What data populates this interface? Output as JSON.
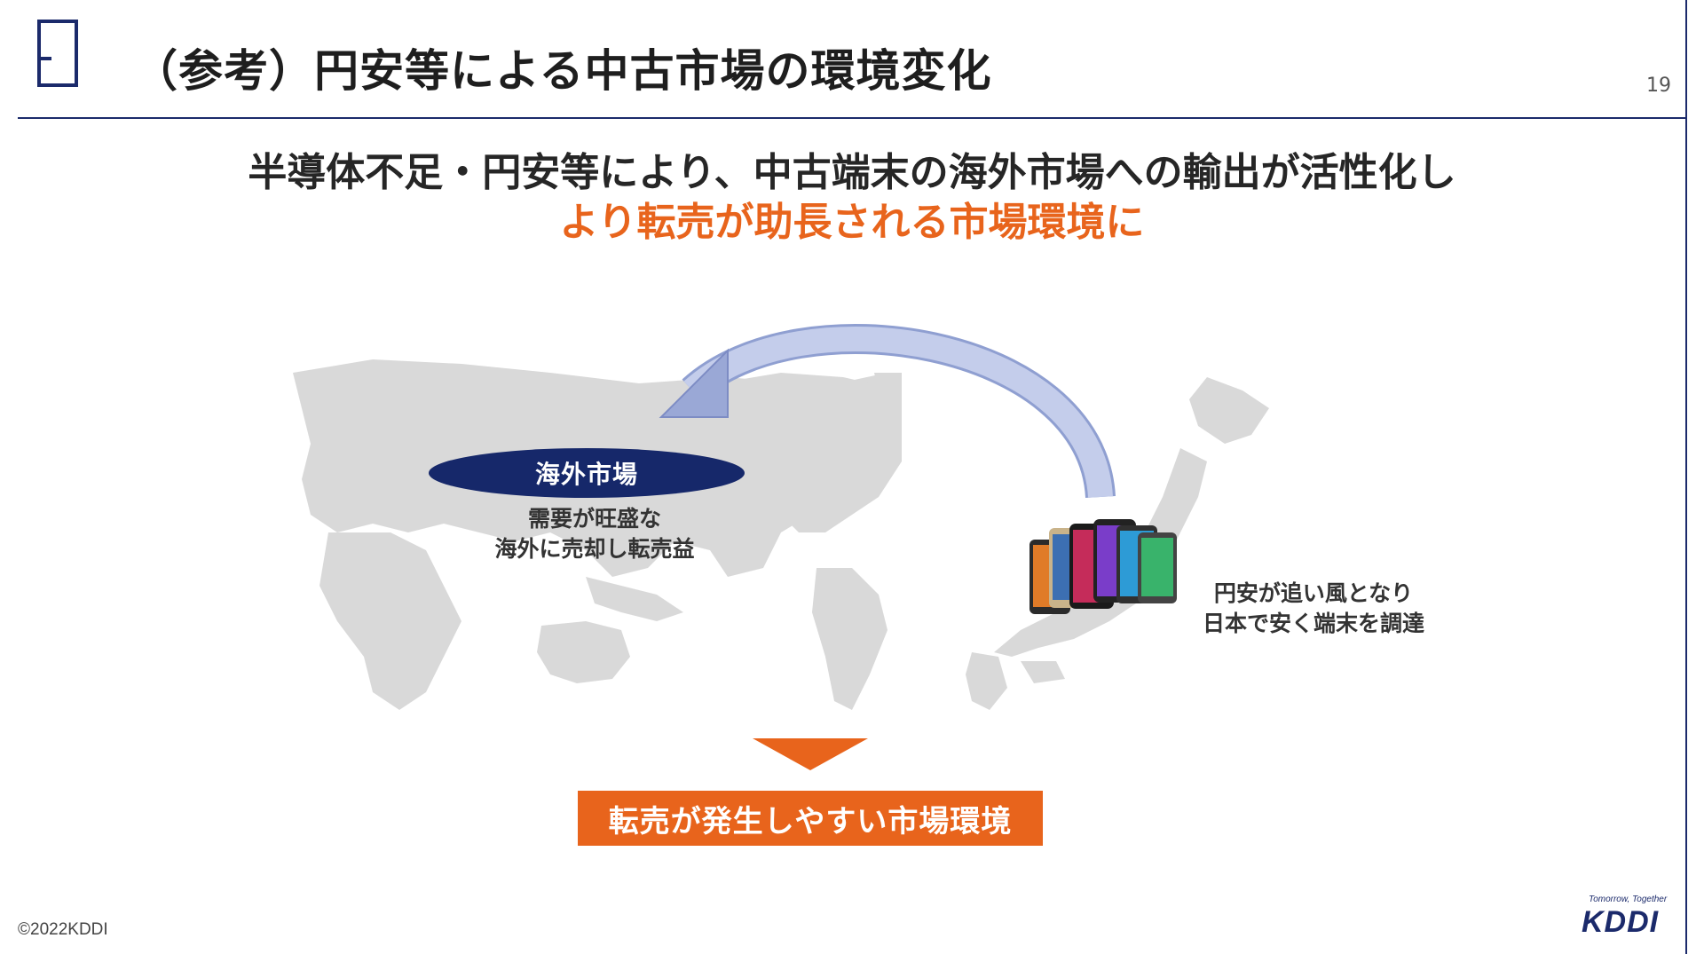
{
  "header": {
    "title": "（参考）円安等による中古市場の環境変化",
    "page_number": "19"
  },
  "headline": {
    "line1": "半導体不足・円安等により、中古端末の海外市場への輸出が活性化し",
    "line2": "より転売が助長される市場環境に"
  },
  "diagram": {
    "overseas_market": {
      "label": "海外市場",
      "desc_line1": "需要が旺盛な",
      "desc_line2": "海外に売却し転売益"
    },
    "japan": {
      "desc_line1": "円安が追い風となり",
      "desc_line2": "日本で安く端末を調達"
    },
    "result": "転売が発生しやすい市場環境"
  },
  "footer": {
    "copyright": "©2022KDDI",
    "tagline": "Tomorrow, Together",
    "brand": "KDDI"
  },
  "colors": {
    "navy": "#1b2a6b",
    "orange": "#e8641c",
    "map_gray": "#d9d9d9"
  }
}
